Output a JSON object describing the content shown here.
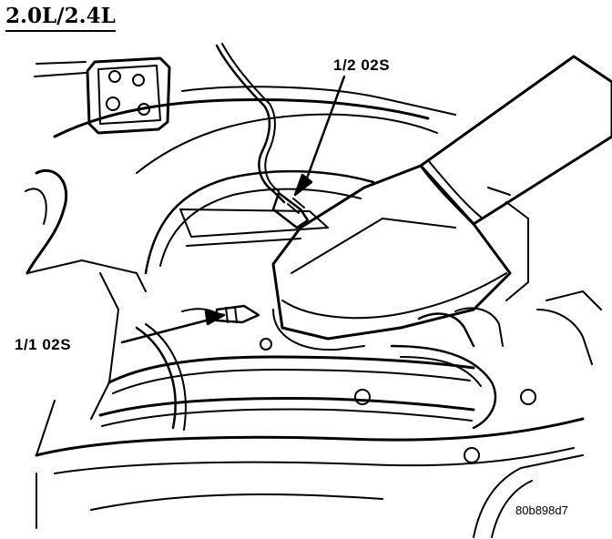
{
  "title": "2.0L/2.4L",
  "callouts": {
    "upstream_sensor": "1/2 02S",
    "downstream_sensor": "1/1 02S"
  },
  "figure_id": "80b898d7",
  "colors": {
    "ink": "#000000",
    "paper": "#ffffff"
  }
}
